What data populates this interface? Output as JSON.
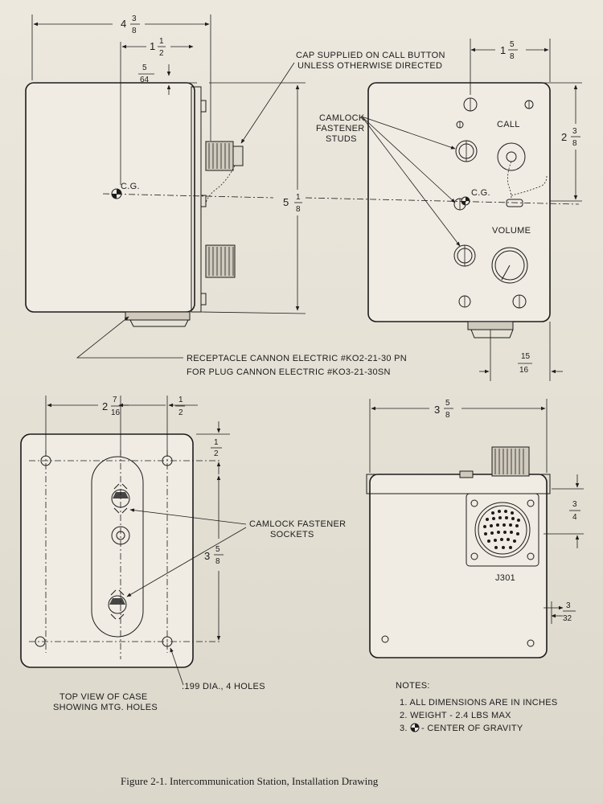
{
  "dimensions": {
    "overall_width": {
      "whole": "4",
      "num": "3",
      "den": "8"
    },
    "side_depth": {
      "whole": "1",
      "num": "1",
      "den": "2"
    },
    "side_offset": {
      "num": "5",
      "den": "64"
    },
    "height": {
      "whole": "5",
      "num": "1",
      "den": "8"
    },
    "front_top": {
      "whole": "1",
      "num": "5",
      "den": "8"
    },
    "front_call": {
      "whole": "2",
      "num": "3",
      "den": "8"
    },
    "front_bottom": {
      "num": "15",
      "den": "16"
    },
    "top_width": {
      "whole": "2",
      "num": "7",
      "den": "16"
    },
    "top_half": {
      "num": "1",
      "den": "2"
    },
    "top_vert_half": {
      "num": "1",
      "den": "2"
    },
    "top_height": {
      "whole": "3",
      "num": "5",
      "den": "8"
    },
    "bottom_width": {
      "whole": "3",
      "num": "5",
      "den": "8"
    },
    "bottom_three_quarter": {
      "num": "3",
      "den": "4"
    },
    "bottom_three_32": {
      "num": "3",
      "den": "32"
    }
  },
  "labels": {
    "cap_note_line1": "CAP SUPPLIED ON CALL BUTTON",
    "cap_note_line2": "UNLESS OTHERWISE DIRECTED",
    "camlock_studs_line1": "CAMLOCK",
    "camlock_studs_line2": "FASTENER",
    "camlock_studs_line3": "STUDS",
    "cg_side": "C.G.",
    "cg_front": "C.G.",
    "call": "CALL",
    "volume": "VOLUME",
    "receptacle_line1": "RECEPTACLE CANNON ELECTRIC #KO2-21-30 PN",
    "receptacle_line2": "FOR PLUG CANNON ELECTRIC #KO3-21-30SN",
    "sockets_line1": "CAMLOCK FASTENER",
    "sockets_line2": "SOCKETS",
    "holes": ".199 DIA., 4 HOLES",
    "top_view_line1": "TOP VIEW OF CASE",
    "top_view_line2": "SHOWING MTG. HOLES",
    "j301": "J301"
  },
  "notes": {
    "title": "NOTES:",
    "items": [
      "1. ALL DIMENSIONS ARE IN INCHES",
      "2. WEIGHT - 2.4 LBS MAX",
      "3.",
      "- CENTER OF GRAVITY"
    ]
  },
  "caption": "Figure 2-1.  Intercommunication Station, Installation Drawing"
}
